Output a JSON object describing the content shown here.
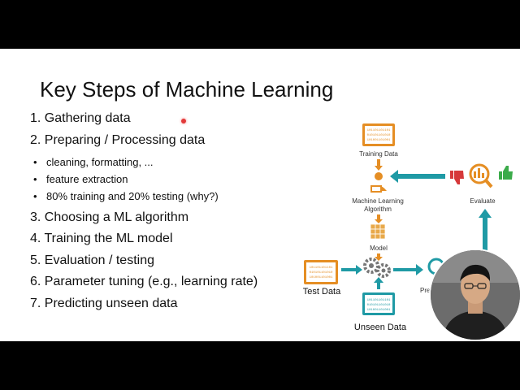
{
  "slide": {
    "title": "Key Steps of Machine Learning",
    "steps": [
      {
        "label": "1.  Gathering data"
      },
      {
        "label": "2.  Preparing / Processing data",
        "subitems": [
          "cleaning, formatting, ...",
          "feature extraction",
          "80% training and 20% testing (why?)"
        ]
      },
      {
        "label": "3.  Choosing a ML algorithm"
      },
      {
        "label": "4.  Training the ML model"
      },
      {
        "label": "5.  Evaluation / testing"
      },
      {
        "label": "6.  Parameter tuning (e.g., learning rate)"
      },
      {
        "label": "7.  Predicting unseen data"
      }
    ]
  },
  "diagram": {
    "training_data": "Training Data",
    "algorithm": [
      "Machine Learning",
      "Algorithm"
    ],
    "model": "Model",
    "test_data": "Test Data",
    "unseen_data": "Unseen Data",
    "evaluate": "Evaluate",
    "prediction_partial": "Pre",
    "data_bits": [
      "101101101101",
      "010101101010",
      "101001101001"
    ]
  },
  "colors": {
    "accent_orange": "#e58e24",
    "accent_teal": "#1f9aa5",
    "thumbs_down": "#d6383a",
    "thumbs_up": "#3bab4a",
    "letterbox": "#000000"
  }
}
